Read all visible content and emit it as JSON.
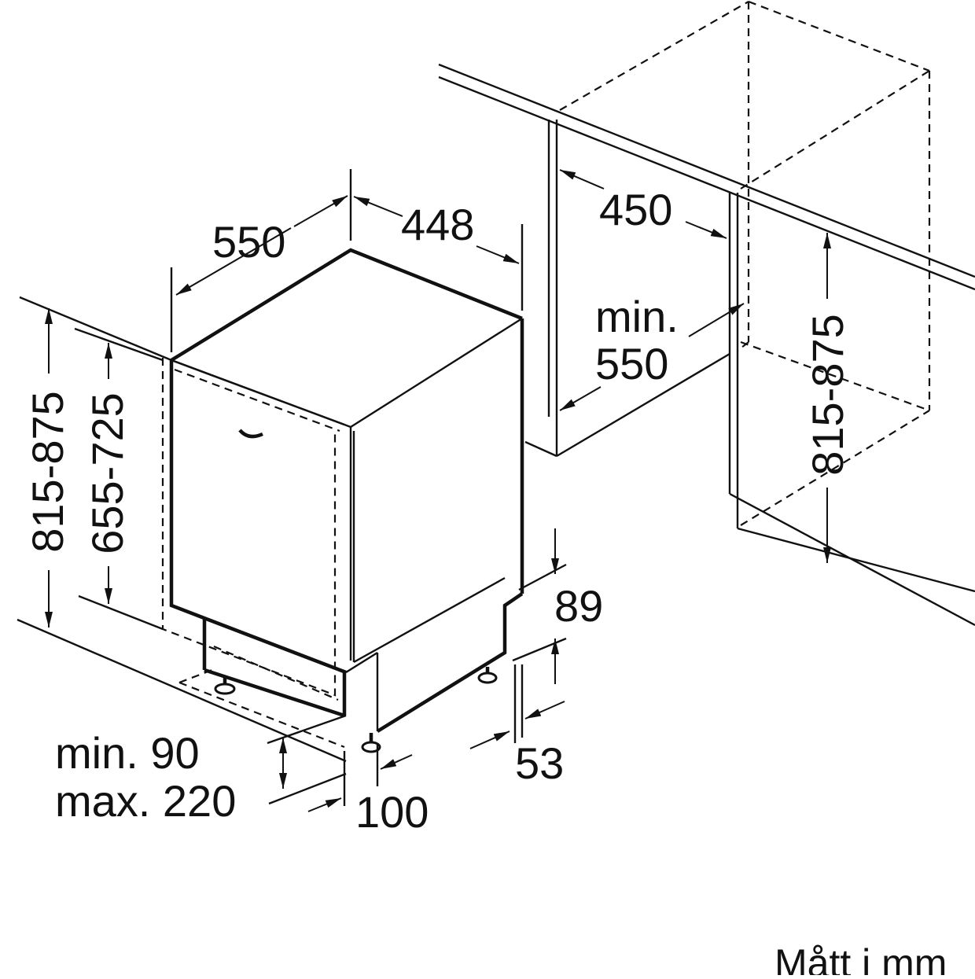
{
  "dimensions": {
    "depth": "550",
    "width": "448",
    "niche_width": "450",
    "niche_depth_line1": "min.",
    "niche_depth_line2": "550",
    "niche_height": "815-875",
    "total_height": "815-875",
    "door_height": "655-725",
    "plinth_89": "89",
    "plinth_53": "53",
    "plinth_range_line1": "min. 90",
    "plinth_range_line2": "max. 220",
    "foot_offset": "100"
  },
  "caption": "Mått i mm"
}
